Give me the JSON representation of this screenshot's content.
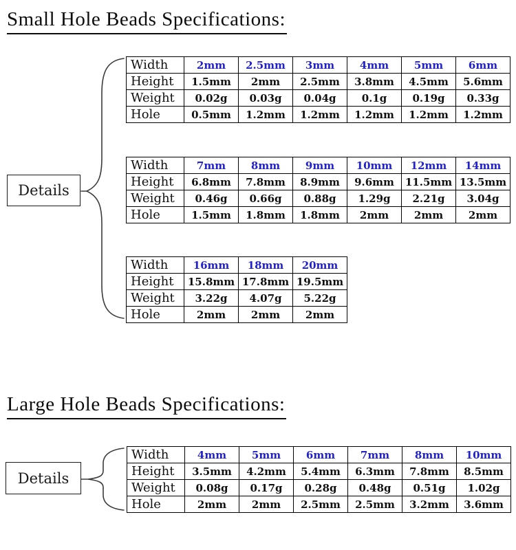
{
  "colors": {
    "header_blue": "#2222cc",
    "body_text": "#101010",
    "brace": "#3a3a3a"
  },
  "sections": [
    {
      "id": "small-hole",
      "title": "Small Hole Beads Specifications:",
      "details_label": "Details",
      "tables": [
        {
          "rows": [
            {
              "label": "Width",
              "header": true,
              "values": [
                "2mm",
                "2.5mm",
                "3mm",
                "4mm",
                "5mm",
                "6mm"
              ]
            },
            {
              "label": "Height",
              "values": [
                "1.5mm",
                "2mm",
                "2.5mm",
                "3.8mm",
                "4.5mm",
                "5.6mm"
              ]
            },
            {
              "label": "Weight",
              "values": [
                "0.02g",
                "0.03g",
                "0.04g",
                "0.1g",
                "0.19g",
                "0.33g"
              ]
            },
            {
              "label": "Hole",
              "values": [
                "0.5mm",
                "1.2mm",
                "1.2mm",
                "1.2mm",
                "1.2mm",
                "1.2mm"
              ]
            }
          ]
        },
        {
          "rows": [
            {
              "label": "Width",
              "header": true,
              "values": [
                "7mm",
                "8mm",
                "9mm",
                "10mm",
                "12mm",
                "14mm"
              ]
            },
            {
              "label": "Height",
              "values": [
                "6.8mm",
                "7.8mm",
                "8.9mm",
                "9.6mm",
                "11.5mm",
                "13.5mm"
              ]
            },
            {
              "label": "Weight",
              "values": [
                "0.46g",
                "0.66g",
                "0.88g",
                "1.29g",
                "2.21g",
                "3.04g"
              ]
            },
            {
              "label": "Hole",
              "values": [
                "1.5mm",
                "1.8mm",
                "1.8mm",
                "2mm",
                "2mm",
                "2mm"
              ]
            }
          ]
        },
        {
          "rows": [
            {
              "label": "Width",
              "header": true,
              "values": [
                "16mm",
                "18mm",
                "20mm"
              ]
            },
            {
              "label": "Height",
              "values": [
                "15.8mm",
                "17.8mm",
                "19.5mm"
              ]
            },
            {
              "label": "Weight",
              "values": [
                "3.22g",
                "4.07g",
                "5.22g"
              ]
            },
            {
              "label": "Hole",
              "values": [
                "2mm",
                "2mm",
                "2mm"
              ]
            }
          ]
        }
      ]
    },
    {
      "id": "large-hole",
      "title": "Large Hole Beads Specifications:",
      "details_label": "Details",
      "tables": [
        {
          "rows": [
            {
              "label": "Width",
              "header": true,
              "values": [
                "4mm",
                "5mm",
                "6mm",
                "7mm",
                "8mm",
                "10mm"
              ]
            },
            {
              "label": "Height",
              "values": [
                "3.5mm",
                "4.2mm",
                "5.4mm",
                "6.3mm",
                "7.8mm",
                "8.5mm"
              ]
            },
            {
              "label": "Weight",
              "values": [
                "0.08g",
                "0.17g",
                "0.28g",
                "0.48g",
                "0.51g",
                "1.02g"
              ]
            },
            {
              "label": "Hole",
              "values": [
                "2mm",
                "2mm",
                "2.5mm",
                "2.5mm",
                "3.2mm",
                "3.6mm"
              ]
            }
          ]
        }
      ]
    }
  ]
}
